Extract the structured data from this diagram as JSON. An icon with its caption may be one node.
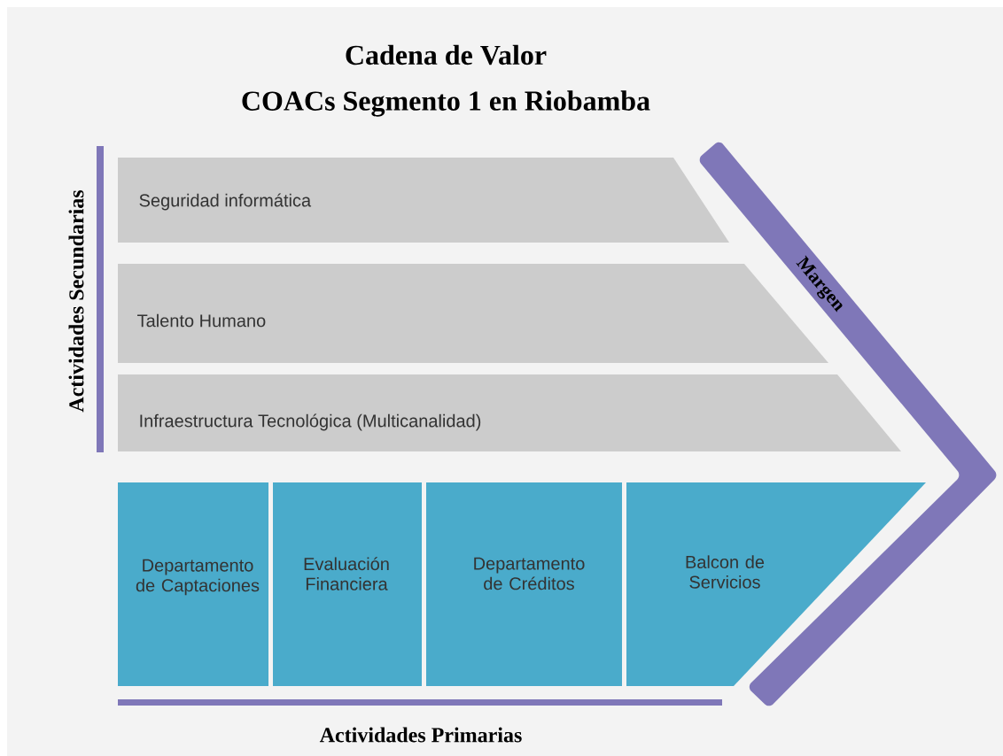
{
  "diagram": {
    "title": "Cadena de Valor",
    "nodes": [
      {
        "text": [
          "Seguridad  informática"
        ]
      },
      {
        "text": [
          "Talento Humano"
        ]
      },
      {
        "text": [
          "Infraestructura Tecnológica (Multicanalidad)"
        ]
      },
      {
        "text": [
          "Departamento de Captaciones"
        ]
      },
      {
        "text": [
          "Evaluación Financiera"
        ]
      },
      {
        "text": [
          "Departamento de Créditos"
        ]
      },
      {
        "text": [
          "Balcon de Servicios"
        ]
      },
      {
        "text": [
          "Margen"
        ]
      }
    ],
    "labels": [
      "COACs Segmento 1 en Riobamba",
      "Actividades Secundarias",
      "Actividades Primarias"
    ]
  }
}
